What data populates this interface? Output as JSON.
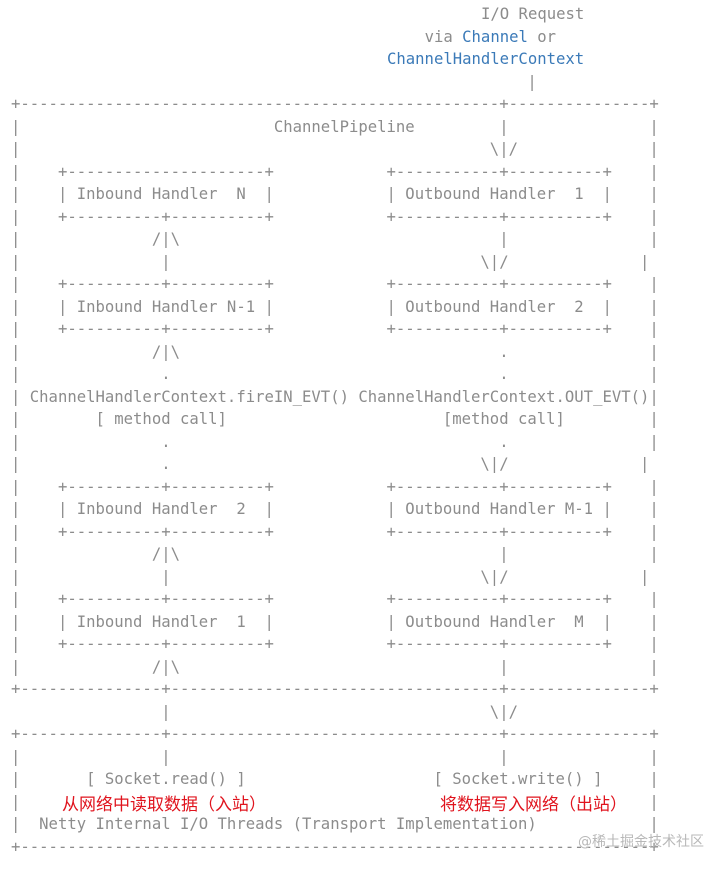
{
  "header": {
    "io_request": "I/O Request",
    "via": "via ",
    "channel": "Channel",
    "or": " or",
    "context": "ChannelHandlerContext"
  },
  "ascii_lines": [
    "                                                       |",
    "+---------------------------------------------------+---------------+",
    "|                           ChannelPipeline         |               |",
    "|                                                  \\|/              |",
    "|    +---------------------+            +-----------+----------+    |",
    "|    | Inbound Handler  N  |            | Outbound Handler  1  |    |",
    "|    +----------+----------+            +-----------+----------+    |",
    "|              /|\\                                  |               |",
    "|               |                                 \\|/              |",
    "|    +----------+----------+            +-----------+----------+    |",
    "|    | Inbound Handler N-1 |            | Outbound Handler  2  |    |",
    "|    +----------+----------+            +-----------+----------+    |",
    "|              /|\\                                  .               |",
    "|               .                                   .               |",
    "| ChannelHandlerContext.fireIN_EVT() ChannelHandlerContext.OUT_EVT()|",
    "|        [ method call]                       [method call]         |",
    "|               .                                   .               |",
    "|               .                                 \\|/              |",
    "|    +----------+----------+            +-----------+----------+    |",
    "|    | Inbound Handler  2  |            | Outbound Handler M-1 |    |",
    "|    +----------+----------+            +-----------+----------+    |",
    "|              /|\\                                  |               |",
    "|               |                                 \\|/              |",
    "|    +----------+----------+            +-----------+----------+    |",
    "|    | Inbound Handler  1  |            | Outbound Handler  M  |    |",
    "|    +----------+----------+            +-----------+----------+    |",
    "|              /|\\                                  |               |",
    "+---------------+-----------------------------------+---------------+",
    "                |                                  \\|/",
    "+---------------+-----------------------------------+---------------+",
    "|               |                                   |               |",
    "|       [ Socket.read() ]                    [ Socket.write() ]     |",
    "|                                                                   |",
    "|  Netty Internal I/O Threads (Transport Implementation)            |",
    "+-------------------------------------------------------------------+"
  ],
  "annotations": {
    "inbound_note": "从网络中读取数据（入站）",
    "outbound_note": "将数据写入网络（出站）"
  },
  "watermark": "@稀土掘金技术社区",
  "colors": {
    "text": "#8c8c8c",
    "link_blue": "#3b7ab8",
    "annotation_red": "#e0141e"
  }
}
